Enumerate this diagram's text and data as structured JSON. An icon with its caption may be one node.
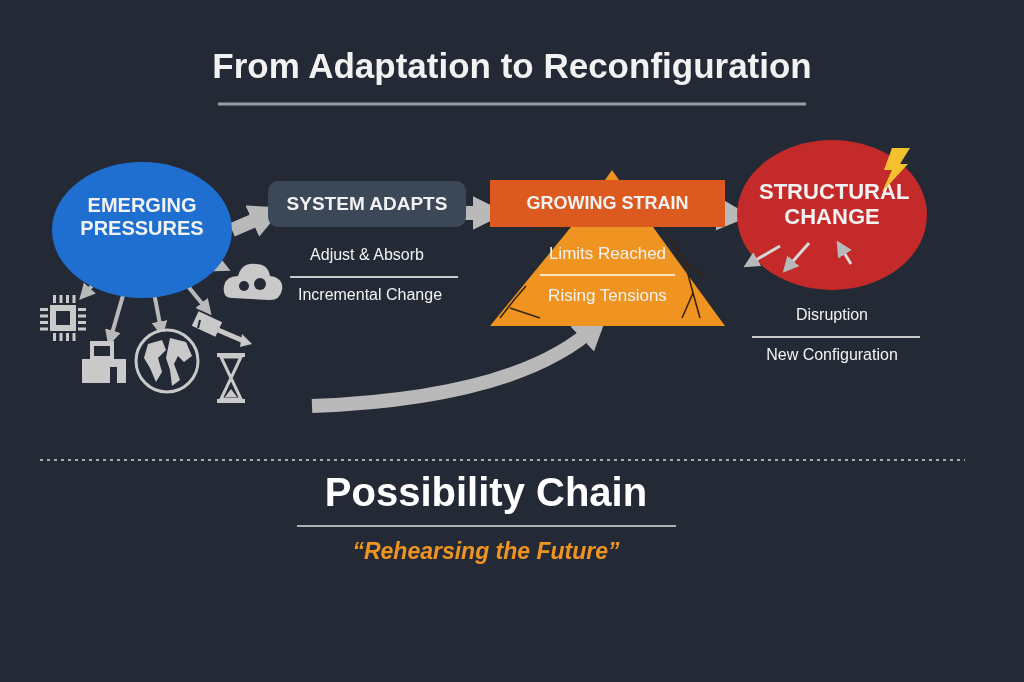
{
  "diagram": {
    "title": "From Adaptation to Reconfiguration",
    "nodes": [
      {
        "text": [
          "EMERGING PRESSURES"
        ]
      },
      {
        "text": [
          "SYSTEM ADAPTS"
        ],
        "beside": [
          "Adjust & Absorb"
        ]
      },
      {
        "text": [
          "GROWING STRAIN",
          "Limits Reached",
          "Rising Tensions"
        ]
      },
      {
        "text": [
          "STRUCTURAL CHANGE"
        ],
        "beside": [
          "Disruption",
          "New Configuration"
        ]
      },
      {
        "text": [],
        "shape": "picture"
      },
      {
        "text": [],
        "shape": "picture"
      },
      {
        "text": [],
        "shape": "picture"
      },
      {
        "text": [],
        "shape": "picture"
      },
      {
        "text": [],
        "shape": "picture"
      }
    ],
    "edges": [
      {
        "from": 0,
        "to": 1,
        "arrow": "to",
        "style": "thick"
      },
      {
        "from": 1,
        "to": 2,
        "arrow": "to",
        "style": "thick"
      },
      {
        "from": 2,
        "to": 3,
        "arrow": "to",
        "style": "thick"
      },
      {
        "from": null,
        "to": 2,
        "arrow": "to",
        "style": "thick"
      },
      {
        "from": 0,
        "to": 4,
        "arrow": "to"
      },
      {
        "from": 0,
        "to": 5,
        "arrow": "to"
      },
      {
        "from": 0,
        "to": 6,
        "arrow": "to"
      },
      {
        "from": 0,
        "to": 8,
        "arrow": "to"
      },
      {
        "from": 0,
        "to": 7,
        "arrow": "to"
      }
    ],
    "labels": [
      "Incremental Change",
      "Possibility Chain",
      "“Rehearsing the Future”"
    ]
  }
}
